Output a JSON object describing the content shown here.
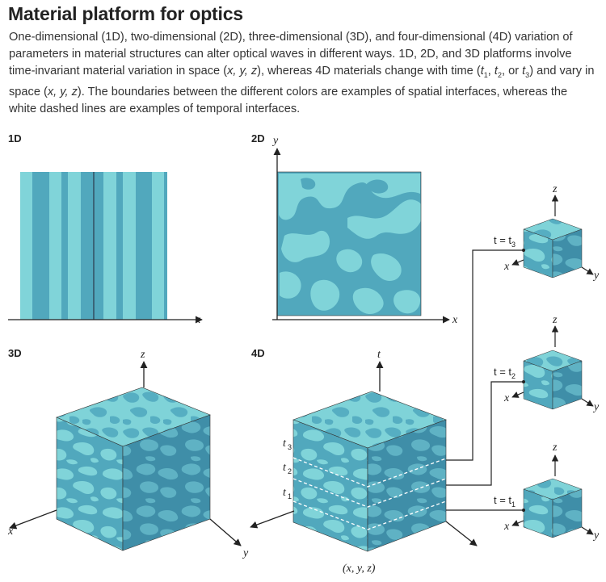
{
  "title": "Material platform for optics",
  "caption": {
    "s1": "One-dimensional (1D), two-dimensional (2D), three-dimensional (3D), and four-dimensional (4D) variation of parameters in material structures can alter optical waves in different ways. 1D, 2D, and 3D platforms involve time-invariant material variation in space (",
    "s1_vars": "x, y, z",
    "s2": "), whereas 4D materials change with time (",
    "t1": "t",
    "t1_sub": "1",
    "sep1": ", ",
    "t2": "t",
    "t2_sub": "2",
    "sep2": ", or ",
    "t3": "t",
    "t3_sub": "3",
    "s3": ") and vary in space (",
    "s3_vars": "x, y, z",
    "s4": "). The boundaries between the different colors are examples of spatial interfaces, whereas the white dashed lines are examples of temporal interfaces."
  },
  "panels": {
    "p1d": {
      "label": "1D",
      "x_axis": "x"
    },
    "p2d": {
      "label": "2D",
      "x_axis": "x",
      "y_axis": "y"
    },
    "p3d": {
      "label": "3D",
      "x_axis": "x",
      "y_axis": "y",
      "z_axis": "z"
    },
    "p4d": {
      "label": "4D",
      "t_axis": "t",
      "space_label": "(x, y, z)",
      "time_ticks": [
        {
          "name": "t",
          "sub": "3"
        },
        {
          "name": "t",
          "sub": "2"
        },
        {
          "name": "t",
          "sub": "1"
        }
      ]
    }
  },
  "snapshots": [
    {
      "label": "t = t",
      "sub": "3",
      "x": "x",
      "y": "y",
      "z": "z"
    },
    {
      "label": "t = t",
      "sub": "2",
      "x": "x",
      "y": "y",
      "z": "z"
    },
    {
      "label": "t = t",
      "sub": "1",
      "x": "x",
      "y": "y",
      "z": "z"
    }
  ],
  "colors": {
    "light": "#7fd3d8",
    "medium": "#51a8bd",
    "dark": "#3f8ea8",
    "axis": "#222222",
    "temporal_interface": "#ffffff"
  }
}
